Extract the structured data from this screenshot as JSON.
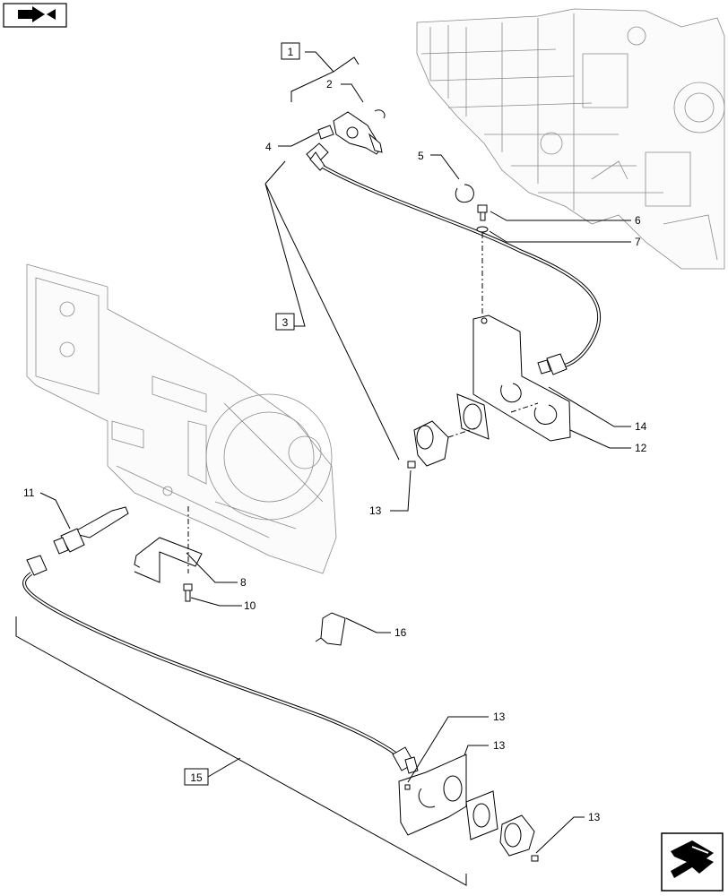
{
  "nav": {
    "back_icon": "back-arrow-icon",
    "forward_icon": "next-page-arrow-icon"
  },
  "callouts": {
    "c1": "1",
    "c2": "2",
    "c3": "3",
    "c4": "4",
    "c5": "5",
    "c6": "6",
    "c7": "7",
    "c8": "8",
    "c10": "10",
    "c11": "11",
    "c12": "12",
    "c13a": "13",
    "c13b": "13",
    "c13c": "13",
    "c13d": "13",
    "c14": "14",
    "c15": "15",
    "c16": "16"
  },
  "colors": {
    "line": "#000000",
    "ghost": "#8a8a8a",
    "background": "#ffffff"
  }
}
